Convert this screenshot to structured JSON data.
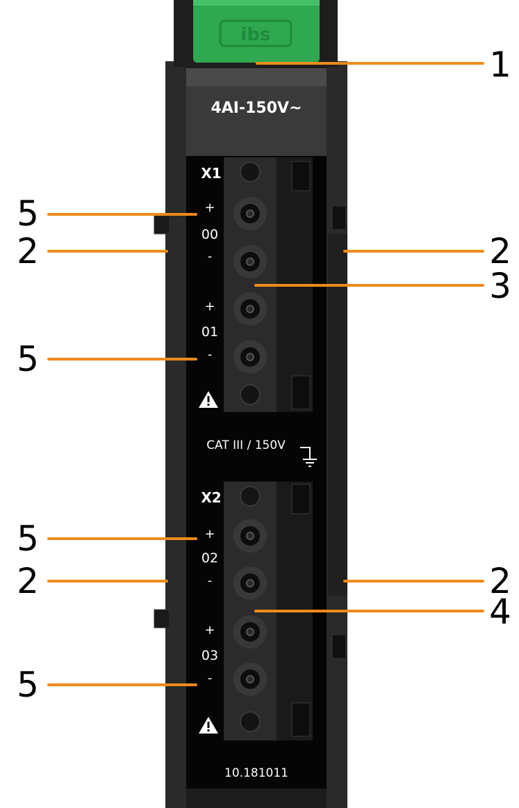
{
  "device": {
    "model_label": "4AI-150V~",
    "brand_logo": "ibs",
    "connector_1": {
      "label": "X1",
      "channels": [
        {
          "plus": "+",
          "number": "00",
          "minus": "-"
        },
        {
          "plus": "+",
          "number": "01",
          "minus": "-"
        }
      ]
    },
    "connector_2": {
      "label": "X2",
      "channels": [
        {
          "plus": "+",
          "number": "02",
          "minus": "-"
        },
        {
          "plus": "+",
          "number": "03",
          "minus": "-"
        }
      ]
    },
    "category_label": "CAT III / 150V",
    "part_number": "10.181011",
    "warning_icon": "warning-triangle-icon",
    "ground_icon": "ground-icon"
  },
  "callouts": {
    "c1": "1",
    "c2_left_top": "2",
    "c2_right_top": "2",
    "c3": "3",
    "c5_a": "5",
    "c5_b": "5",
    "c5_c": "5",
    "c2_left_bottom": "2",
    "c2_right_bottom": "2",
    "c4": "4",
    "c5_d": "5"
  },
  "colors": {
    "callout_line": "#EE8A1B",
    "housing": "#1c1c1c",
    "front_panel": "#050505",
    "terminal_block": "#2b2b2b",
    "green_tab": "#2FA84F",
    "label_strip": "#3a3a3a"
  }
}
